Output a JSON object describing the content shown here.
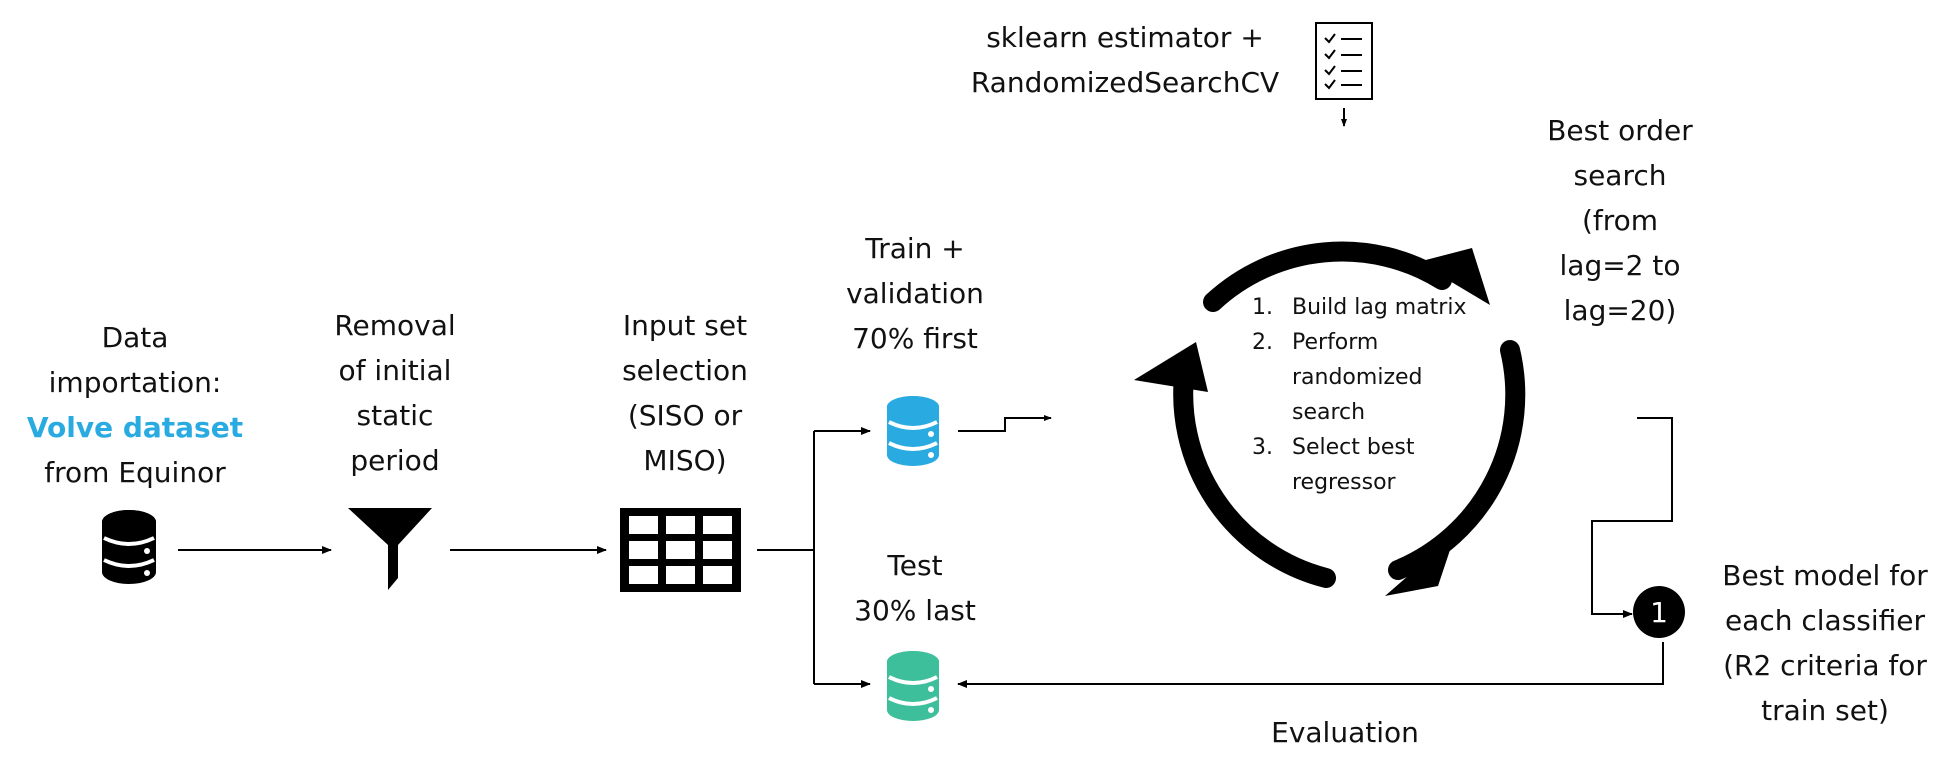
{
  "colors": {
    "ink": "#000000",
    "text": "#111111",
    "accent_blue": "#29abe2",
    "train_db": "#29abe2",
    "test_db": "#3dbf9b",
    "import_db": "#000000"
  },
  "icons": {
    "import": "database-icon",
    "filter": "funnel-icon",
    "input": "table-grid-icon",
    "train": "database-icon",
    "test": "database-icon",
    "estimator": "checklist-icon",
    "cycle": "circular-arrows-icon",
    "best": "number-badge-icon"
  },
  "steps": {
    "import": {
      "line1": "Data",
      "line2": "importation:",
      "highlight": "Volve dataset",
      "line4": "from Equinor"
    },
    "removal": {
      "lines": [
        "Removal",
        "of initial",
        "static",
        "period"
      ]
    },
    "input": {
      "lines": [
        "Input set",
        "selection",
        "(SISO or",
        "MISO)"
      ]
    },
    "train": {
      "lines": [
        "Train +",
        "validation",
        "70% first"
      ]
    },
    "test": {
      "lines": [
        "Test",
        "30% last"
      ]
    },
    "estimator": {
      "lines": [
        "sklearn estimator +",
        "RandomizedSearchCV"
      ]
    },
    "order": {
      "lines": [
        "Best order",
        "search",
        "(from",
        "lag=2 to",
        "lag=20)"
      ]
    },
    "loop_steps": [
      {
        "num": "1.",
        "text": "Build lag matrix"
      },
      {
        "num": "2.",
        "text": "Perform randomized search"
      },
      {
        "num": "3.",
        "text": "Select best regressor"
      }
    ],
    "best": {
      "badge": "1",
      "lines": [
        "Best model for",
        "each classifier",
        "(R2 criteria for",
        "train set)"
      ]
    },
    "evaluation": "Evaluation"
  }
}
